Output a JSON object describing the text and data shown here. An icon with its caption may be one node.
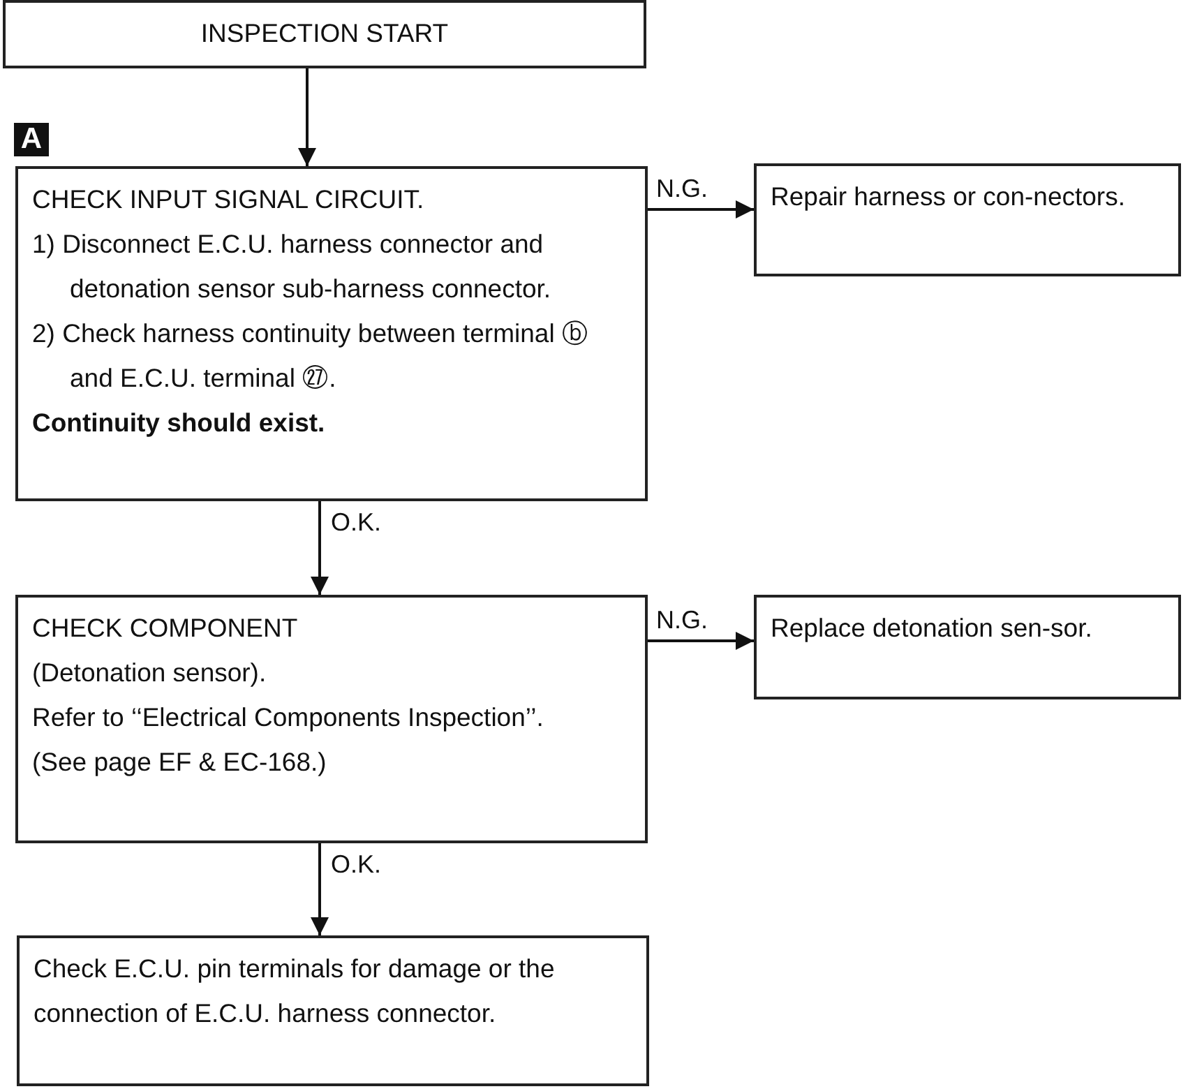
{
  "diagram": {
    "nodes": [
      {
        "text": [
          "INSPECTION START"
        ]
      },
      {
        "text": [
          "CHECK INPUT SIGNAL CIRCUIT.",
          "1) Disconnect E.C.U. harness connector and detonation sensor sub-harness connector.",
          "2) Check harness continuity between terminal ⓑ and E.C.U. terminal ㉗.",
          "**Continuity should exist.**"
        ],
        "beside": [
          "A"
        ]
      },
      {
        "text": [
          "Repair harness or con-nectors."
        ]
      },
      {
        "text": [
          "CHECK COMPONENT",
          "(Detonation sensor).",
          "Refer to ‘‘Electrical Components Inspection’’.",
          "(See page EF & EC-168.)"
        ]
      },
      {
        "text": [
          "Replace detonation sen-sor."
        ]
      },
      {
        "text": [
          "Check E.C.U. pin terminals for damage or the connection of E.C.U. harness connector."
        ]
      }
    ],
    "edges": [
      {
        "from": 0,
        "to": 1,
        "arrow": "to"
      },
      {
        "from": 1,
        "to": 2,
        "arrow": "to",
        "label": "N.G."
      },
      {
        "from": 1,
        "to": 3,
        "arrow": "to",
        "label": "O.K."
      },
      {
        "from": 3,
        "to": 4,
        "arrow": "to",
        "label": "N.G."
      },
      {
        "from": 3,
        "to": 5,
        "arrow": "to",
        "label": "O.K."
      }
    ]
  }
}
